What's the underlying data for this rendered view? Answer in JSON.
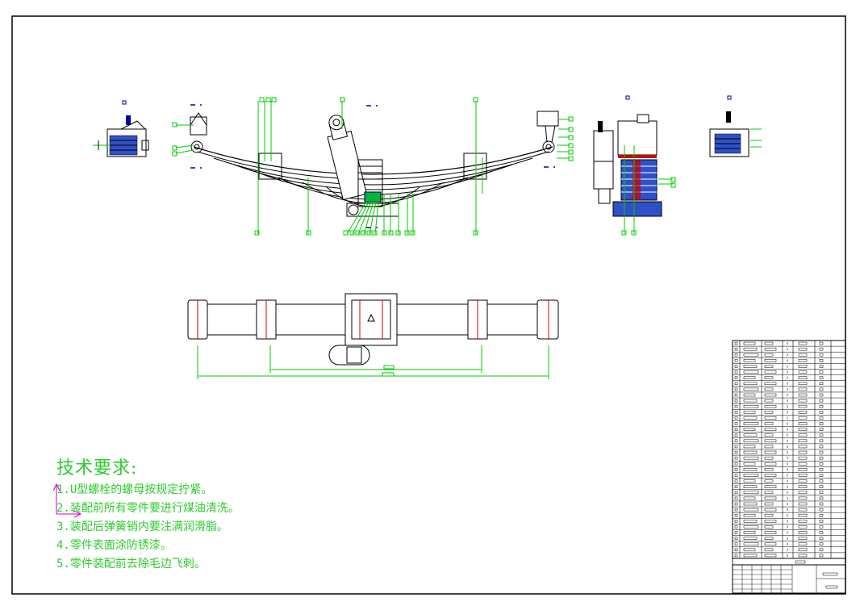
{
  "technical_requirements": {
    "title": "技术要求:",
    "items": [
      "1.U型螺栓的螺母按规定拧紧。",
      "2.装配前所有零件要进行煤油清洗。",
      "3.装配后弹簧销内要注满润滑脂。",
      "4.零件表面涂防锈漆。",
      "5.零件装配前去除毛边飞刺。"
    ]
  },
  "colors": {
    "outline": "#000000",
    "leader_lines": "#00cc00",
    "hidden_blue": "#0000aa",
    "section_red": "#cc0000",
    "note_text": "#2ecc2e",
    "ucs_magenta": "#cc00cc"
  }
}
